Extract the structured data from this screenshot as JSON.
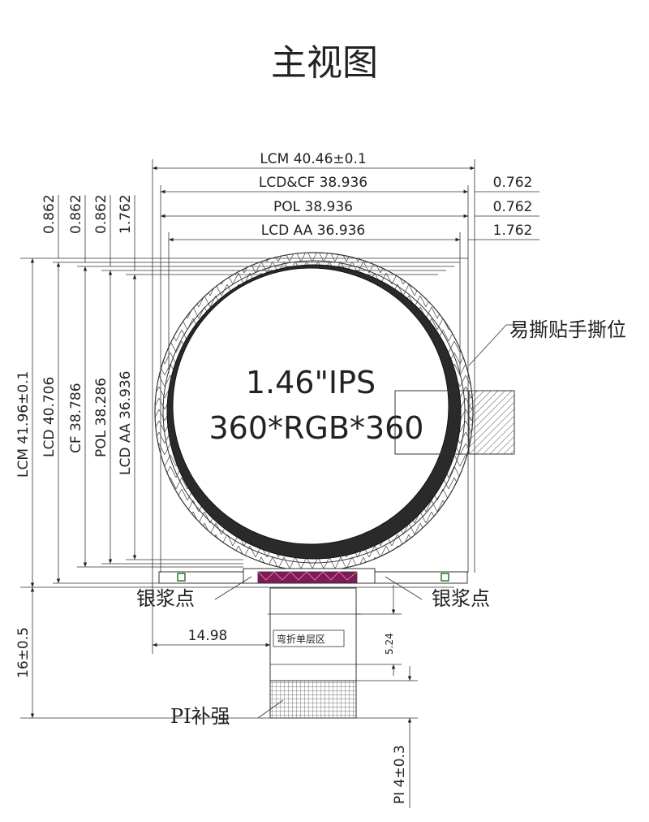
{
  "title": "主视图",
  "top_dims": {
    "lcm": "LCM 40.46±0.1",
    "lcd_cf": "LCD&CF 38.936",
    "pol": "POL 38.936",
    "lcd_aa": "LCD AA 36.936"
  },
  "right_dims": [
    "0.762",
    "0.762",
    "1.762"
  ],
  "left_top_dims": [
    "0.862",
    "0.862",
    "0.862",
    "1.762"
  ],
  "left_dims": {
    "lcm": "LCM 41.96±0.1",
    "lcd": "LCD 40.706",
    "cf": "CF 38.786",
    "pol": "POL 38.286",
    "lcd_aa": "LCD AA 36.936"
  },
  "display": {
    "size": "1.46\"IPS",
    "resolution": "360*RGB*360"
  },
  "callouts": {
    "tab": "易撕贴手撕位",
    "silver_left": "银浆点",
    "silver_right": "银浆点",
    "bend": "弯折单层区",
    "pi": "PI补强"
  },
  "bottom_dims": {
    "fpc_offset": "14.98",
    "fpc_length": "16±0.5",
    "bend_len": "5.24",
    "pi": "PI 4±0.3"
  }
}
